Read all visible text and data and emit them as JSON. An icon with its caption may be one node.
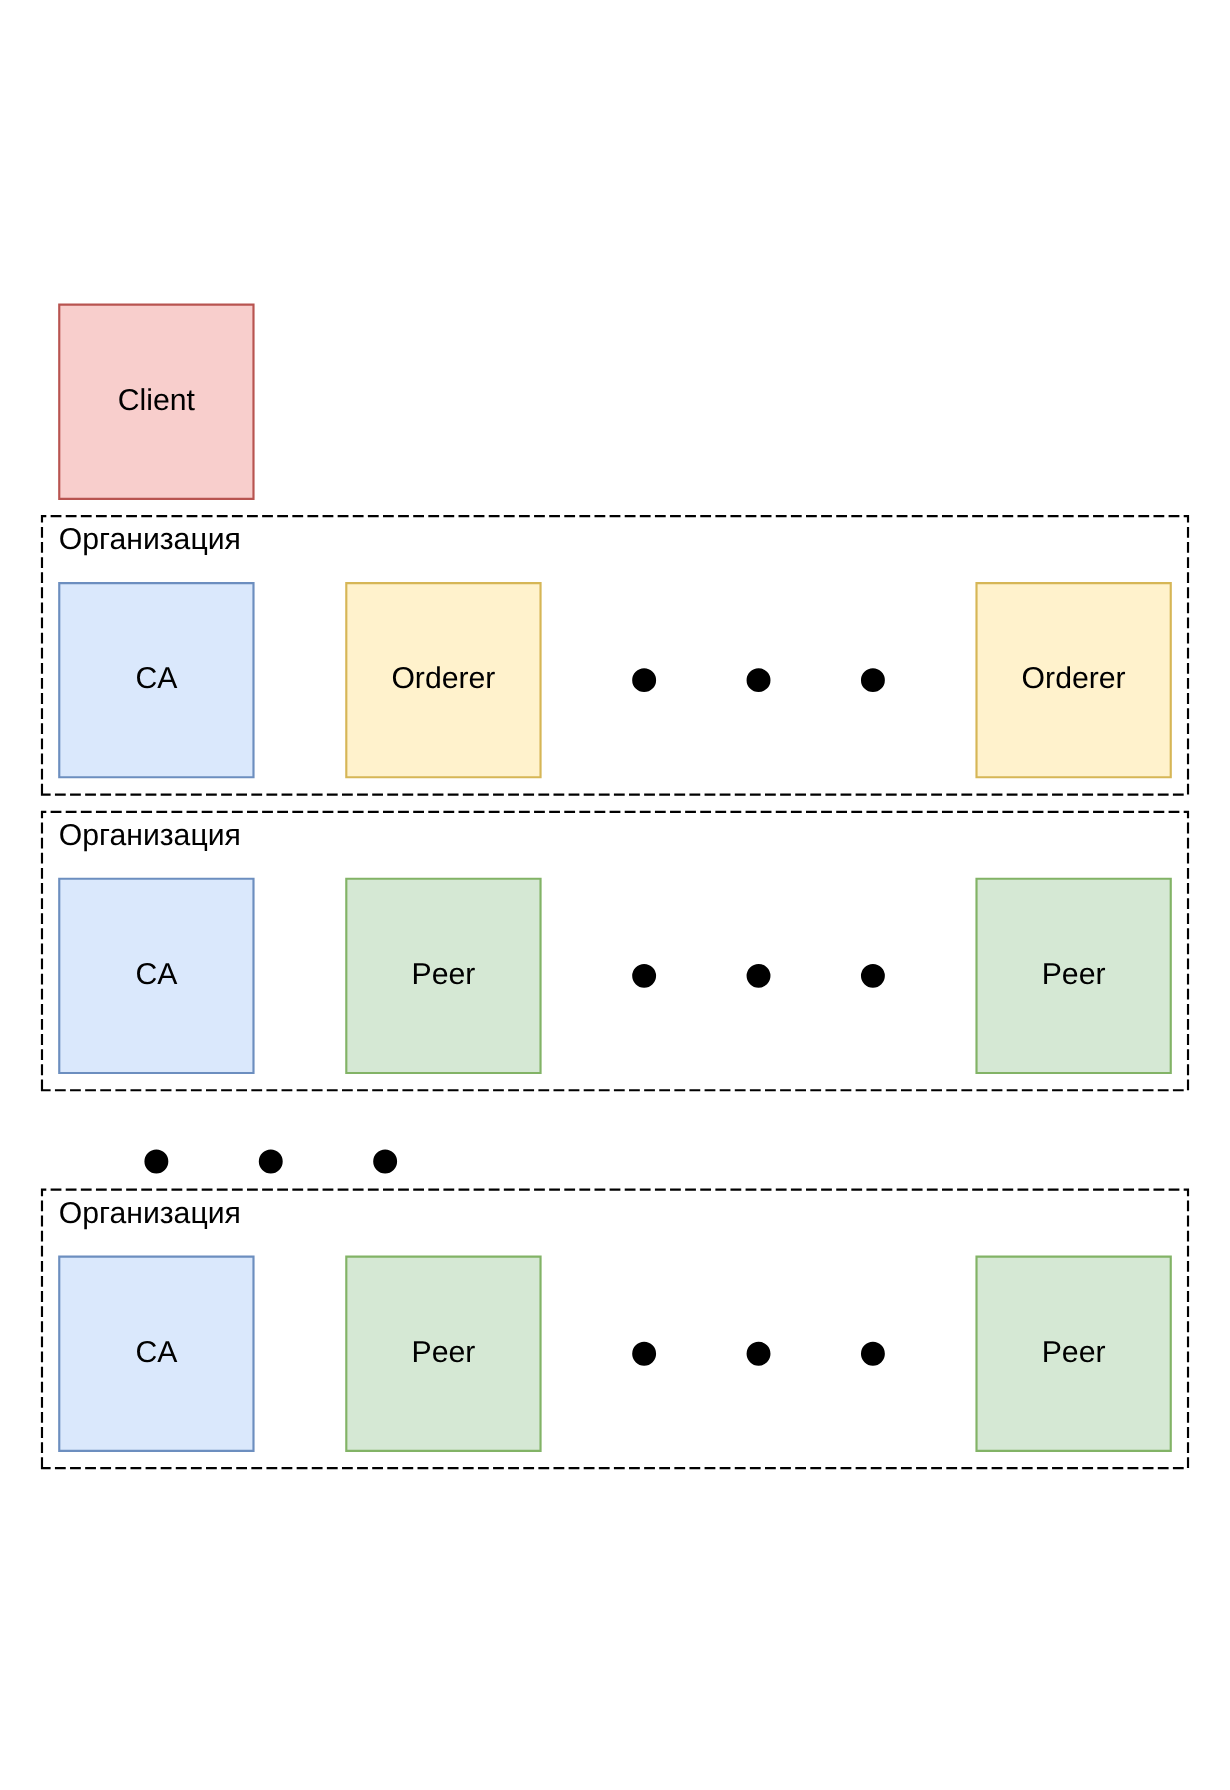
{
  "diagram": {
    "nodes": [
      {
        "text": [
          "Client"
        ]
      },
      {
        "text": [
          "Организация"
        ]
      },
      {
        "text": [
          "CA"
        ],
        "in": 1
      },
      {
        "text": [
          "Orderer"
        ],
        "in": 1
      },
      {
        "text": [
          "Orderer"
        ],
        "in": 1
      },
      {
        "text": [
          "Организация"
        ]
      },
      {
        "text": [
          "CA"
        ],
        "in": 5
      },
      {
        "text": [
          "Peer"
        ],
        "in": 5
      },
      {
        "text": [
          "Peer"
        ],
        "in": 5
      },
      {
        "text": [
          "Организация"
        ]
      },
      {
        "text": [
          "CA"
        ],
        "in": 9
      },
      {
        "text": [
          "Peer"
        ],
        "in": 9
      },
      {
        "text": [
          "Peer"
        ],
        "in": 9
      }
    ],
    "edges": []
  }
}
